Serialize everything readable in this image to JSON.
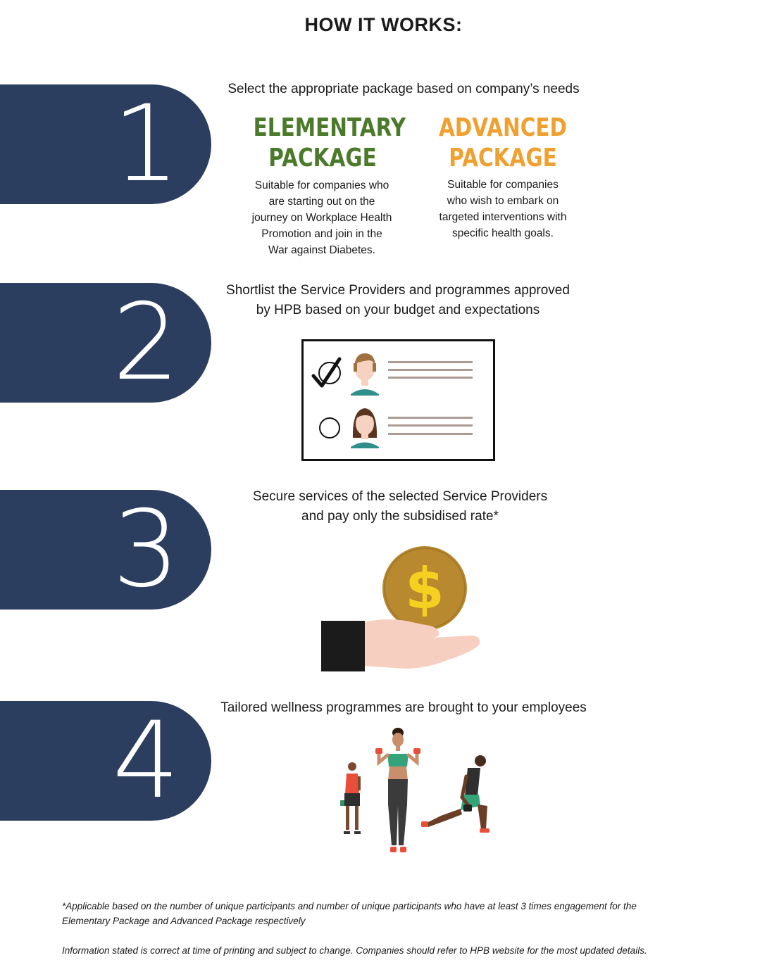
{
  "title": "HOW IT WORKS:",
  "colors": {
    "tab": "#2c3e5f",
    "elementary": "#4a7a2a",
    "advanced": "#f0a030",
    "coin": "#b8892e",
    "dollar": "#f5d020"
  },
  "steps": [
    {
      "number": "1",
      "text": "Select the appropriate package based on company’s needs"
    },
    {
      "number": "2",
      "line1": "Shortlist the Service Providers and programmes approved",
      "line2": "by HPB based on your budget and expectations"
    },
    {
      "number": "3",
      "line1": "Secure services of the selected Service Providers",
      "line2": "and pay only the subsidised rate*"
    },
    {
      "number": "4",
      "text": "Tailored wellness programmes are brought to your employees"
    }
  ],
  "packages": {
    "elementary": {
      "title_line1": "ELEMENTARY",
      "title_line2": "PACKAGE",
      "desc": [
        "Suitable for companies who",
        "are starting out on the",
        "journey on Workplace Health",
        "Promotion and join in the",
        "War against Diabetes."
      ]
    },
    "advanced": {
      "title_line1": "ADVANCED",
      "title_line2": "PACKAGE",
      "desc": [
        "Suitable for companies",
        "who wish to embark on",
        "targeted interventions with",
        "specific health goals."
      ]
    }
  },
  "illustrations": {
    "step2": "shortlist-card-icon",
    "step3": "hand-with-coin-icon",
    "step4": "exercising-people-icon",
    "coin_symbol": "$"
  },
  "footnotes": {
    "line1": "*Applicable based on the number of unique participants and number of unique participants who have at least 3 times engagement for the",
    "line2": "Elementary Package and Advanced Package respectively",
    "line3": "Information stated is correct at time of printing and subject to change. Companies should refer to HPB website for the most updated details."
  }
}
